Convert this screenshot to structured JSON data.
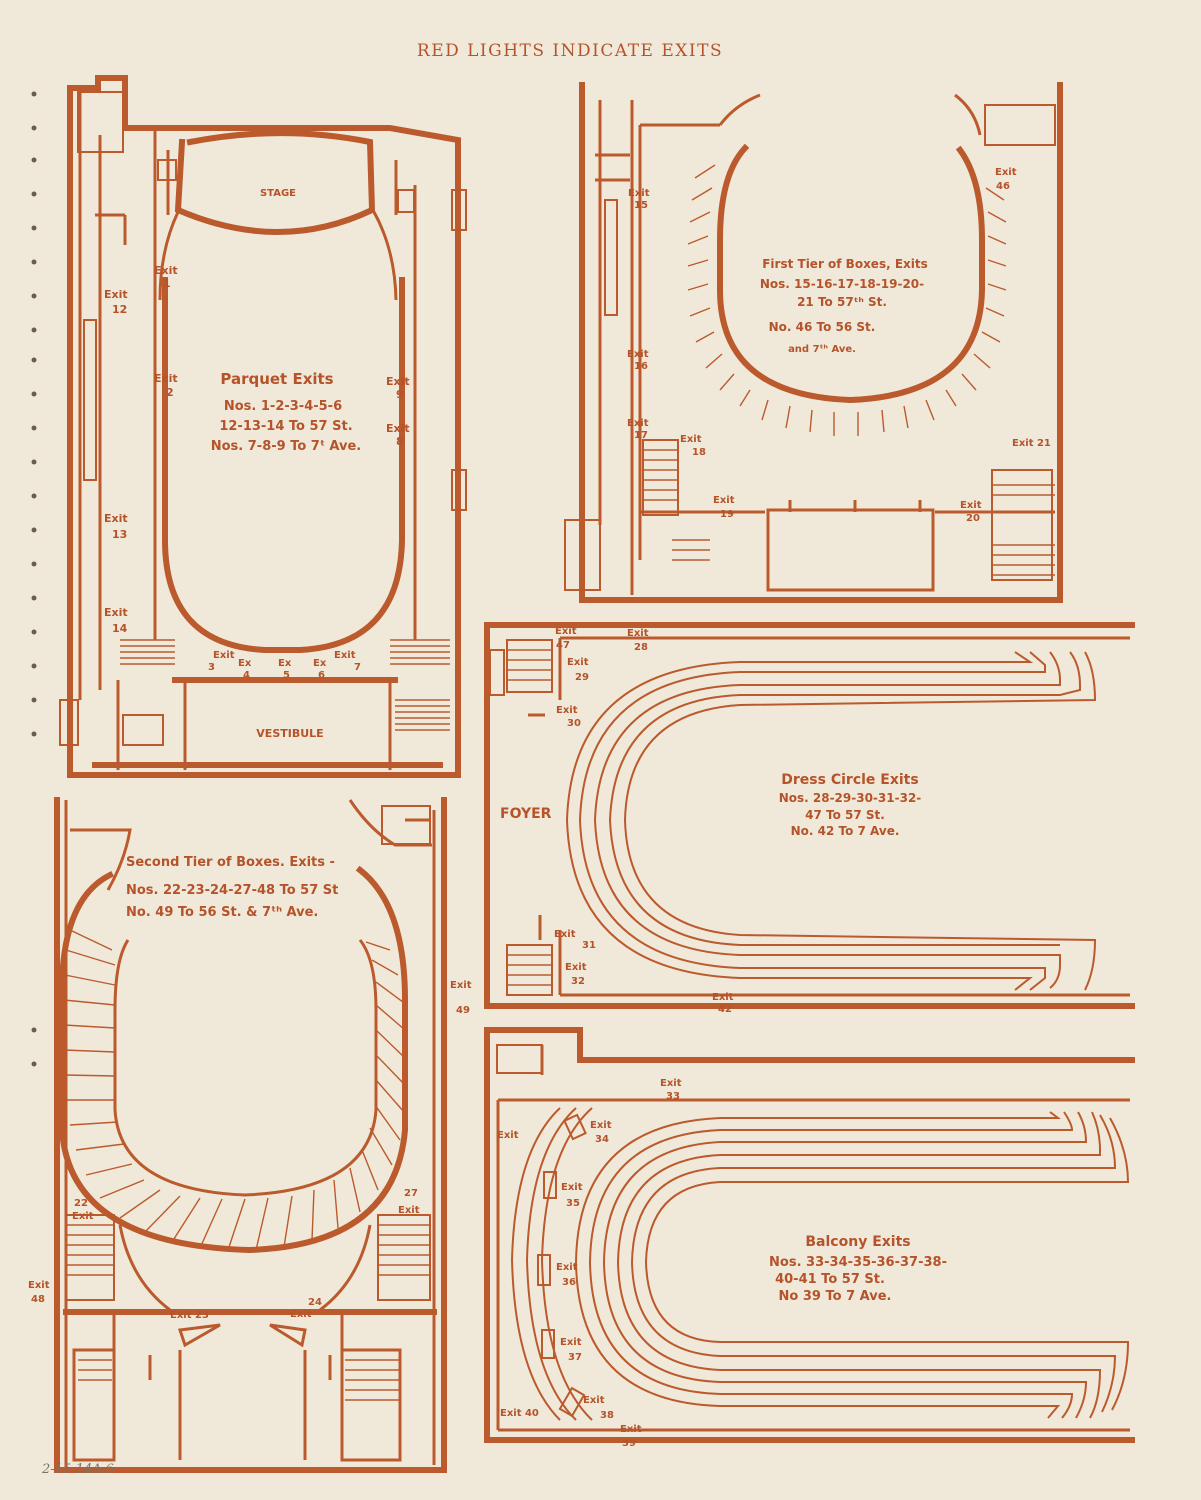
{
  "page_header": "RED LIGHTS INDICATE EXITS",
  "archive_note": "2-15-14A.6",
  "parquet": {
    "stage": "STAGE",
    "vestibule": "VESTIBULE",
    "title": "Parquet Exits",
    "lines": [
      "Nos. 1-2-3-4-5-6",
      "12-13-14 To 57 St.",
      "Nos. 7-8-9 To 7ᵗ Ave."
    ],
    "exit_1": "1",
    "exit_2": "2",
    "exit_3": "3",
    "exit_4": "4",
    "exit_5": "5",
    "exit_6": "6",
    "exit_7": "7",
    "exit_8": "8",
    "exit_9": "9",
    "exit_12": "12",
    "exit_13": "13",
    "exit_14": "14"
  },
  "first_tier": {
    "title": "First Tier of Boxes, Exits",
    "lines": [
      "Nos. 15-16-17-18-19-20-",
      "21 To 57ᵗʰ St.",
      "No. 46 To 56 St.",
      "and 7ᵗʰ Ave."
    ],
    "exit_15": "15",
    "exit_16": "16",
    "exit_17": "17",
    "exit_18": "18",
    "exit_19": "19",
    "exit_20": "20",
    "exit_21": "Exit 21",
    "exit_46": "46"
  },
  "dress_circle": {
    "foyer": "FOYER",
    "title": "Dress Circle Exits",
    "lines": [
      "Nos. 28-29-30-31-32-",
      "47 To 57 St.",
      "No. 42 To 7 Ave."
    ],
    "exit_28": "28",
    "exit_29": "29",
    "exit_30": "30",
    "exit_31": "31",
    "exit_32": "32",
    "exit_42": "42",
    "exit_47": "47"
  },
  "second_tier": {
    "title": "Second Tier of Boxes. Exits -",
    "lines": [
      "Nos. 22-23-24-27-48 To 57 St",
      "No. 49 To 56 St. & 7ᵗʰ Ave."
    ],
    "exit_22": "22",
    "exit_23": "Exit 23",
    "exit_24": "24",
    "exit_27": "27",
    "exit_48": "48",
    "exit_49": "49"
  },
  "balcony": {
    "title": "Balcony Exits",
    "lines": [
      "Nos. 33-34-35-36-37-38-",
      "40-41 To 57 St.",
      "No 39 To 7 Ave."
    ],
    "exit_33": "33",
    "exit_34": "34",
    "exit_35": "35",
    "exit_36": "36",
    "exit_37": "37",
    "exit_38": "38",
    "exit_39": "39",
    "exit_40": "Exit 40"
  },
  "exit_word": "Exit",
  "ex_word": "Ex",
  "colors": {
    "paper": "#f0e9da",
    "ink": "#bb5a2c"
  }
}
